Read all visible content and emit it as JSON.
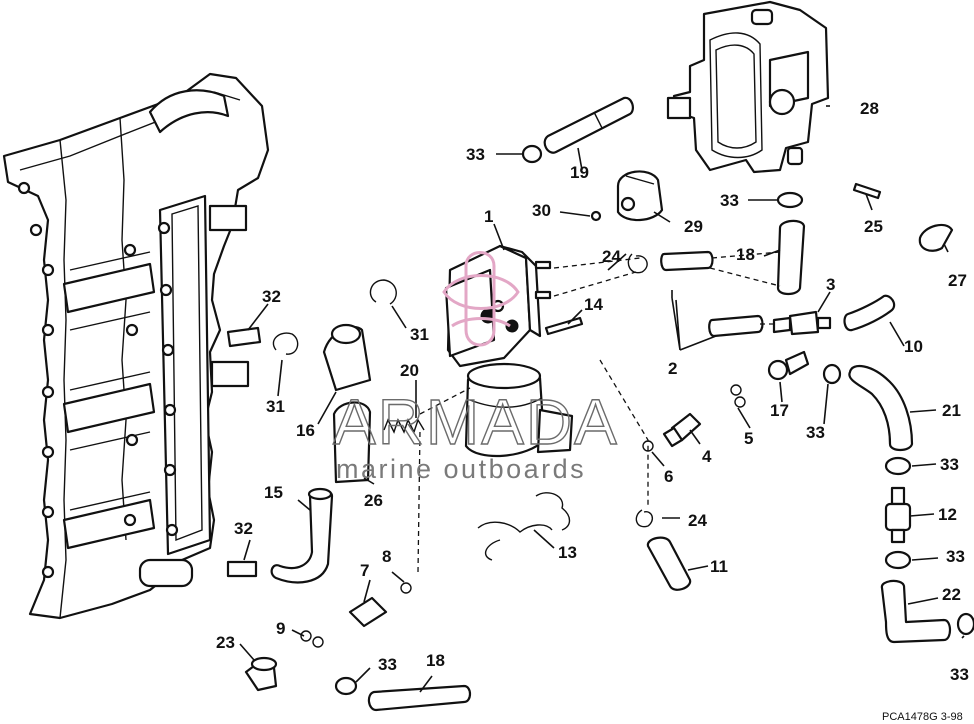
{
  "callouts": [
    {
      "id": "c1",
      "text": "1"
    },
    {
      "id": "c2",
      "text": "2"
    },
    {
      "id": "c3",
      "text": "3"
    },
    {
      "id": "c4",
      "text": "4"
    },
    {
      "id": "c5",
      "text": "5"
    },
    {
      "id": "c6",
      "text": "6"
    },
    {
      "id": "c7",
      "text": "7"
    },
    {
      "id": "c8",
      "text": "8"
    },
    {
      "id": "c9",
      "text": "9"
    },
    {
      "id": "c10",
      "text": "10"
    },
    {
      "id": "c11",
      "text": "11"
    },
    {
      "id": "c12",
      "text": "12"
    },
    {
      "id": "c13",
      "text": "13"
    },
    {
      "id": "c14",
      "text": "14"
    },
    {
      "id": "c15",
      "text": "15"
    },
    {
      "id": "c16",
      "text": "16"
    },
    {
      "id": "c17",
      "text": "17"
    },
    {
      "id": "c18a",
      "text": "18"
    },
    {
      "id": "c18b",
      "text": "18"
    },
    {
      "id": "c19",
      "text": "19"
    },
    {
      "id": "c20",
      "text": "20"
    },
    {
      "id": "c21",
      "text": "21"
    },
    {
      "id": "c22",
      "text": "22"
    },
    {
      "id": "c23",
      "text": "23"
    },
    {
      "id": "c24a",
      "text": "24"
    },
    {
      "id": "c24b",
      "text": "24"
    },
    {
      "id": "c25",
      "text": "25"
    },
    {
      "id": "c26",
      "text": "26"
    },
    {
      "id": "c27",
      "text": "27"
    },
    {
      "id": "c28",
      "text": "28"
    },
    {
      "id": "c29",
      "text": "29"
    },
    {
      "id": "c30",
      "text": "30"
    },
    {
      "id": "c31a",
      "text": "31"
    },
    {
      "id": "c31b",
      "text": "31"
    },
    {
      "id": "c32a",
      "text": "32"
    },
    {
      "id": "c32b",
      "text": "32"
    },
    {
      "id": "c33a",
      "text": "33"
    },
    {
      "id": "c33b",
      "text": "33"
    },
    {
      "id": "c33c",
      "text": "33"
    },
    {
      "id": "c33d",
      "text": "33"
    },
    {
      "id": "c33e",
      "text": "33"
    },
    {
      "id": "c33f",
      "text": "33"
    },
    {
      "id": "c33g",
      "text": "33"
    }
  ],
  "watermark": {
    "brand": "ARMADA",
    "tagline": "marine outboards",
    "accent": "#e3a7c6"
  },
  "drawing_code": "PCA1478G  3-98"
}
